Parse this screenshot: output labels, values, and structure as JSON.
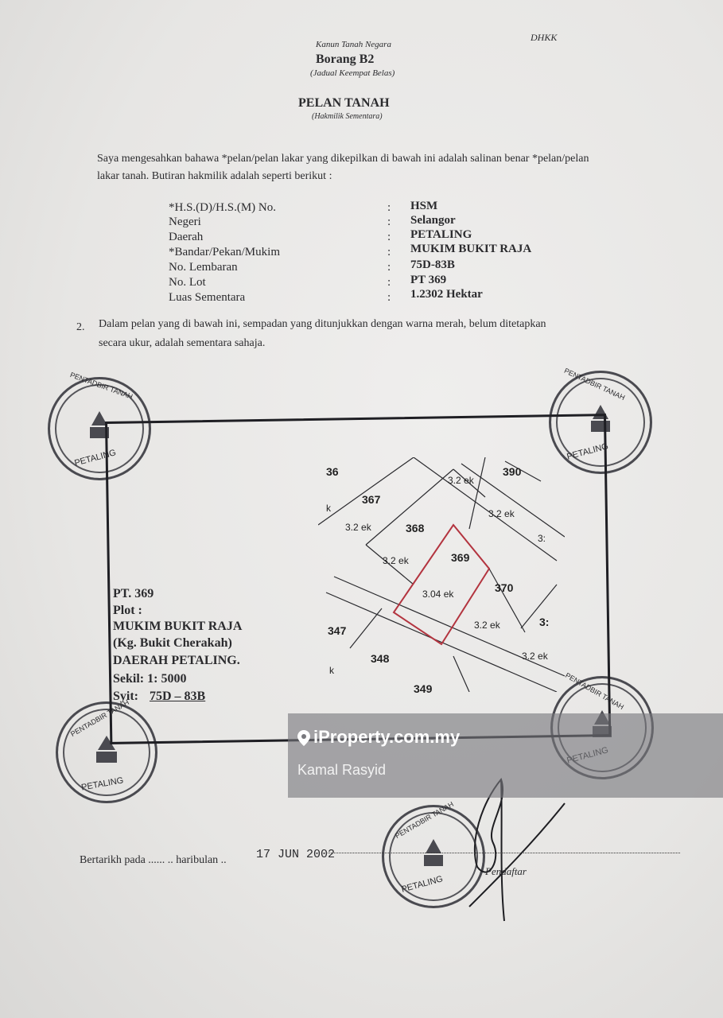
{
  "header": {
    "act": "Kanun Tanah Negara",
    "ref": "DHKK",
    "form": "Borang B2",
    "schedule": "(Jadual Keempat Belas)",
    "title": "PELAN TANAH",
    "subtitle": "(Hakmilik Sementara)"
  },
  "statement": {
    "line1": "Saya mengesahkan bahawa *pelan/pelan lakar yang dikepilkan di bawah ini adalah salinan benar *pelan/pelan",
    "line2": "lakar tanah. Butiran hakmilik adalah seperti berikut :"
  },
  "details": [
    {
      "label": "*H.S.(D)/H.S.(M) No.",
      "value": "HSM"
    },
    {
      "label": "Negeri",
      "value": "Selangor"
    },
    {
      "label": "Daerah",
      "value": "PETALING"
    },
    {
      "label": "*Bandar/Pekan/Mukim",
      "value": "MUKIM BUKIT RAJA"
    },
    {
      "label": "No. Lembaran",
      "value": "75D-83B"
    },
    {
      "label": "No. Lot",
      "value": "PT 369"
    },
    {
      "label": "Luas Sementara",
      "value": "1.2302 Hektar"
    }
  ],
  "detail_colon": ":",
  "clause2": {
    "number": "2.",
    "line1": "Dalam pelan yang di bawah ini, sempadan yang ditunjukkan dengan warna merah, belum ditetapkan",
    "line2": "secara ukur, adalah sementara sahaja."
  },
  "stamp": {
    "top": "PENTADBIR TANAH",
    "bottom": "PETALING"
  },
  "plan_info": {
    "lot": "PT. 369",
    "plot": "Plot :",
    "mukim": "MUKIM BUKIT RAJA",
    "kampung": "(Kg. Bukit Cherakah)",
    "daerah": "DAERAH PETALING.",
    "scale": "Sekil: 1: 5000",
    "sheet_label": "Syit:",
    "sheet_value": "75D – 83B"
  },
  "sketch": {
    "lots": [
      "367",
      "368",
      "369",
      "370",
      "390",
      "347",
      "348",
      "349",
      "36",
      "3:"
    ],
    "areas": [
      "3.2 ek",
      "3.2 ek",
      "3.2 ek",
      "3.2 ek",
      "3.04 ek",
      "3.2 ek",
      "3.2 ek"
    ],
    "misc": [
      "k",
      "k",
      "3:"
    ]
  },
  "footer": {
    "dated": "Bertarikh pada ...... .. haribulan ..",
    "date": "17 JUN 2002",
    "registrar": "Pendaftar"
  },
  "watermark": {
    "site": "iProperty.com.my",
    "agent": "Kamal Rasyid"
  },
  "colors": {
    "boundary": "#b3343f",
    "ink": "#2b2b2e",
    "watermark_bg": "#78787d"
  }
}
